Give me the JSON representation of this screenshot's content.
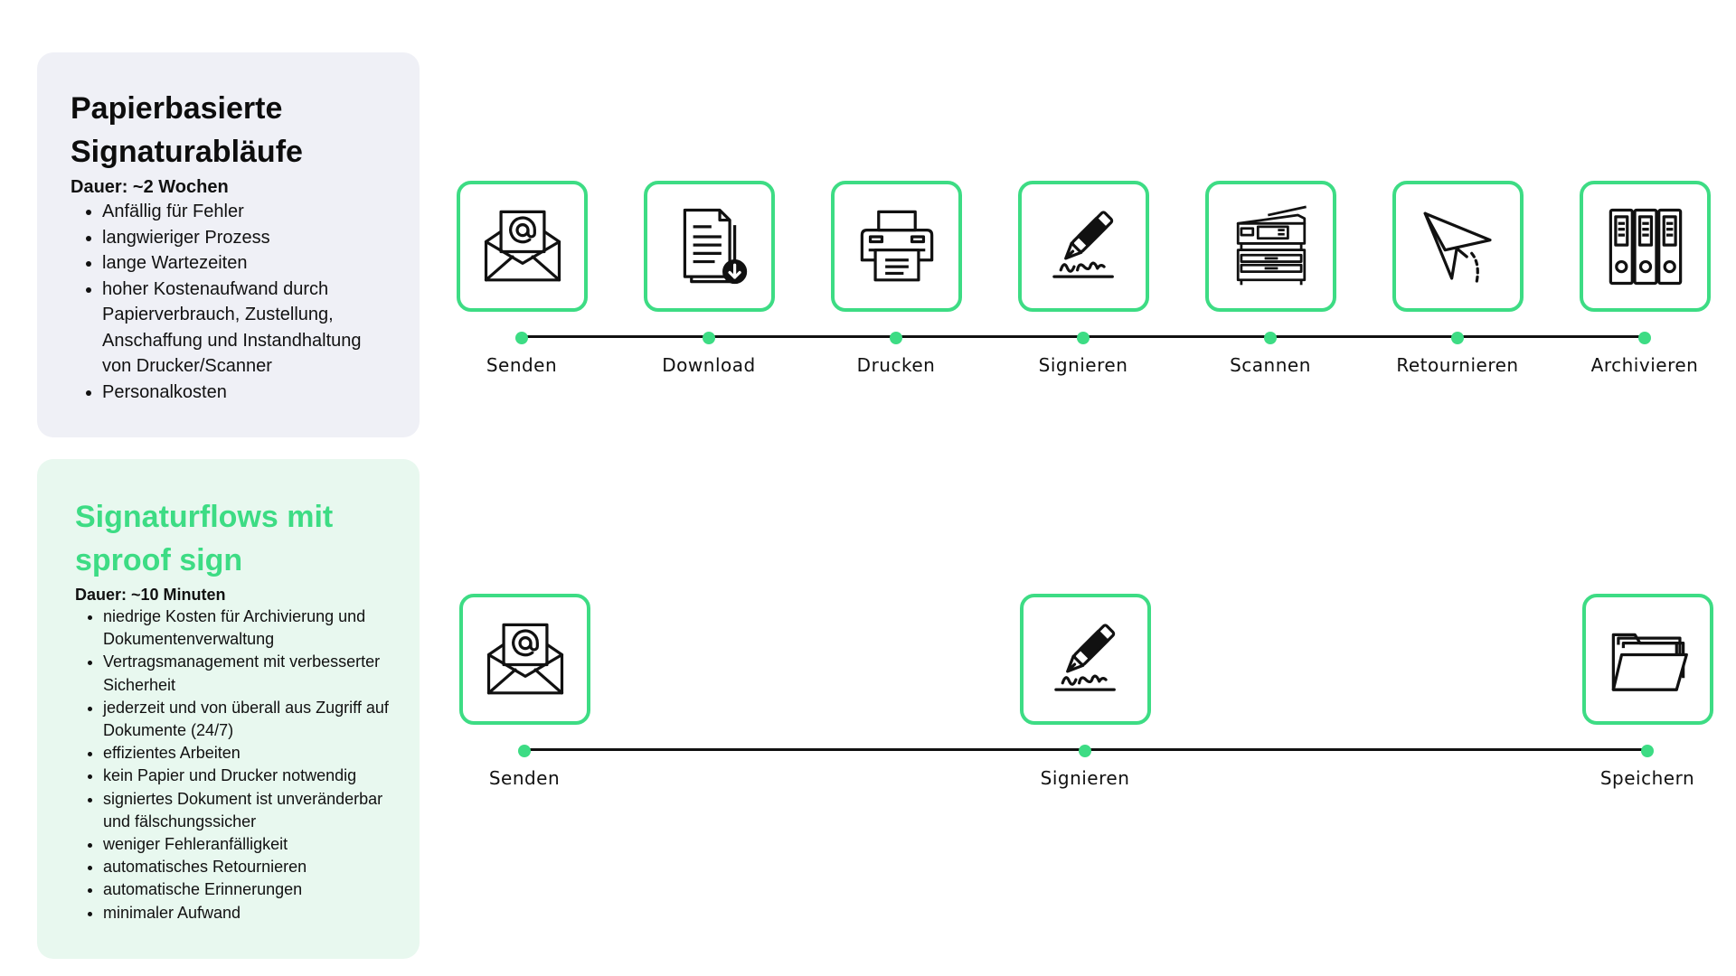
{
  "paper_panel": {
    "title_line1": "Papierbasierte",
    "title_line2": "Signaturabläufe",
    "duration": "Dauer:  ~2 Wochen",
    "bullets": [
      "Anfällig für Fehler",
      "langwieriger Prozess",
      "lange Wartezeiten",
      "hoher Kostenaufwand durch Papierverbrauch, Zustellung, Anschaffung und Instandhaltung von Drucker/Scanner",
      "Personalkosten"
    ]
  },
  "digital_panel": {
    "title_line1": "Signaturflows mit",
    "title_line2": "sproof sign",
    "duration": "Dauer:  ~10 Minuten",
    "bullets": [
      "niedrige Kosten für Archivierung und Dokumentenverwaltung",
      "Vertragsmanagement mit verbesserter Sicherheit",
      "jederzeit und von überall aus Zugriff auf Dokumente (24/7)",
      "effizientes Arbeiten",
      "kein Papier und Drucker notwendig",
      "signiertes Dokument ist unveränderbar und fälschungssicher",
      "weniger Fehleranfälligkeit",
      "automatisches Retournieren",
      "automatische Erinnerungen",
      "minimaler Aufwand"
    ]
  },
  "paper_steps": [
    {
      "label": "Senden",
      "icon": "email-envelope-icon"
    },
    {
      "label": "Download",
      "icon": "document-download-icon"
    },
    {
      "label": "Drucken",
      "icon": "printer-icon"
    },
    {
      "label": "Signieren",
      "icon": "pen-signature-icon"
    },
    {
      "label": "Scannen",
      "icon": "copier-scanner-icon"
    },
    {
      "label": "Retournieren",
      "icon": "paper-plane-icon"
    },
    {
      "label": "Archivieren",
      "icon": "binders-icon"
    }
  ],
  "digital_steps": [
    {
      "label": "Senden",
      "icon": "email-envelope-icon"
    },
    {
      "label": "Signieren",
      "icon": "pen-signature-icon"
    },
    {
      "label": "Speichern",
      "icon": "folder-icon"
    }
  ],
  "colors": {
    "accent_green": "#3ddc84",
    "paper_panel_bg": "#eff0f6",
    "digital_panel_bg": "#e8f8ef",
    "line": "#111111"
  }
}
